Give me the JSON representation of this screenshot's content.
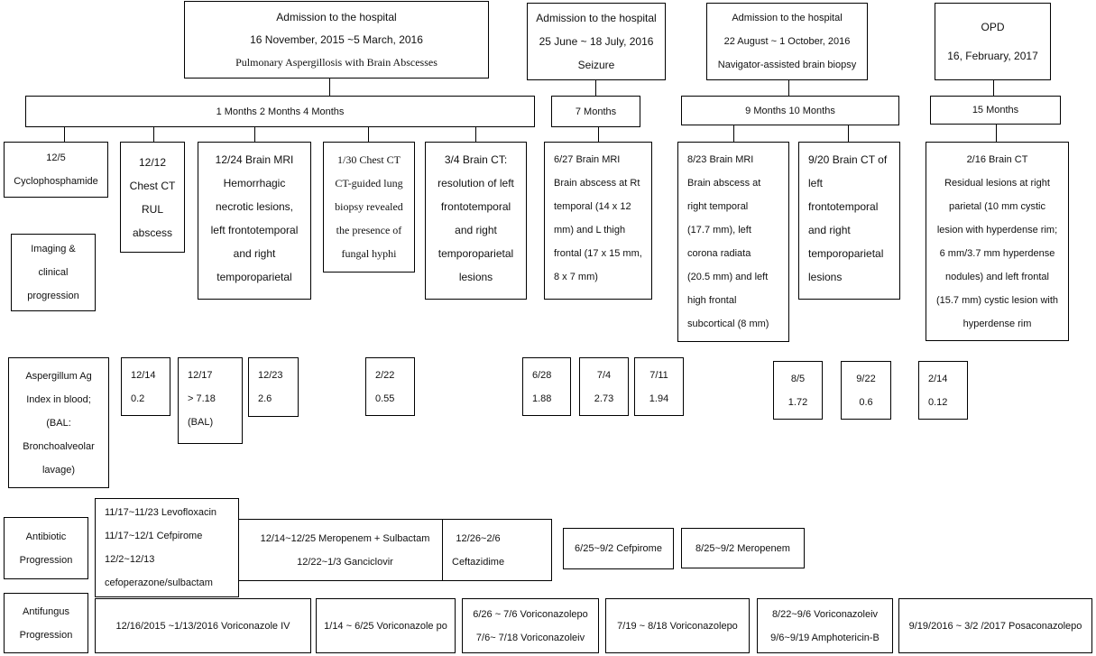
{
  "admissions": [
    {
      "lines": [
        "Admission to the hospital",
        "16 November, 2015 ~5 March, 2016",
        "Pulmonary Aspergillosis with Brain Abscesses"
      ]
    },
    {
      "lines": [
        "Admission to the hospital",
        "25 June ~ 18 July, 2016",
        "Seizure"
      ]
    },
    {
      "lines": [
        "Admission to the hospital",
        "22 August ~ 1 October, 2016",
        "Navigator-assisted brain biopsy"
      ]
    },
    {
      "lines": [
        "OPD",
        "16, February, 2017"
      ]
    }
  ],
  "months": [
    "1 Months 2 Months 4 Months",
    "7 Months",
    "9 Months 10 Months",
    "15 Months"
  ],
  "imaging_label": [
    "Imaging &",
    "clinical",
    "progression"
  ],
  "imaging": [
    [
      "12/5",
      "Cyclophosphamide"
    ],
    [
      "12/12",
      "Chest CT",
      "RUL",
      "abscess"
    ],
    [
      "12/24 Brain MRI",
      "Hemorrhagic",
      "necrotic lesions,",
      "left frontotemporal",
      "and right",
      "temporoparietal"
    ],
    [
      "1/30 Chest CT",
      "CT-guided lung",
      "biopsy revealed",
      "the presence of",
      "fungal hyphi"
    ],
    [
      "3/4 Brain CT:",
      "resolution of left",
      "frontotemporal",
      "and right",
      "temporoparietal",
      "lesions"
    ],
    [
      "6/27 Brain MRI",
      "Brain abscess at Rt",
      "temporal (14 x 12",
      "mm) and L thigh",
      "frontal (17 x 15 mm,",
      "8 x 7 mm)"
    ],
    [
      "8/23 Brain MRI",
      "Brain abscess at",
      "right temporal",
      "(17.7 mm), left",
      "corona radiata",
      "(20.5 mm) and left",
      "high frontal",
      "subcortical (8 mm)"
    ],
    [
      "9/20 Brain CT of",
      "left",
      "frontotemporal",
      "and right",
      "temporoparietal",
      "lesions"
    ],
    [
      "2/16 Brain CT",
      "Residual lesions at right",
      "parietal (10 mm cystic",
      "lesion with hyperdense rim;",
      "6 mm/3.7 mm hyperdense",
      "nodules) and left frontal",
      "(15.7 mm) cystic lesion with",
      "hyperdense rim"
    ]
  ],
  "ag_label": [
    "Aspergillum Ag",
    "Index in blood;",
    "(BAL:",
    "Bronchoalveolar",
    "lavage)"
  ],
  "ag": [
    [
      "12/14",
      "0.2"
    ],
    [
      "12/17",
      "> 7.18",
      "(BAL)"
    ],
    [
      "12/23",
      "2.6"
    ],
    [
      "2/22",
      "0.55"
    ],
    [
      "6/28",
      "1.88"
    ],
    [
      "7/4",
      "2.73"
    ],
    [
      "7/11",
      "1.94"
    ],
    [
      "8/5",
      "1.72"
    ],
    [
      "9/22",
      "0.6"
    ],
    [
      "2/14",
      "0.12"
    ]
  ],
  "antibiotic_label": [
    "Antibiotic",
    "Progression"
  ],
  "antibiotic": [
    [
      "11/17~11/23 Levofloxacin",
      "11/17~12/1 Cefpirome",
      "12/2~12/13",
      "cefoperazone/sulbactam"
    ],
    [
      "12/14~12/25 Meropenem + Sulbactam",
      "12/22~1/3 Ganciclovir"
    ],
    [
      "12/26~2/6",
      "Ceftazidime"
    ],
    [
      "6/25~9/2 Cefpirome"
    ],
    [
      "8/25~9/2 Meropenem"
    ]
  ],
  "antifungus_label": [
    "Antifungus",
    "Progression"
  ],
  "antifungus": [
    [
      "12/16/2015 ~1/13/2016 Voriconazole IV"
    ],
    [
      "1/14 ~ 6/25 Voriconazole po"
    ],
    [
      "6/26 ~ 7/6 Voriconazolepo",
      "7/6~ 7/18 Voriconazoleiv"
    ],
    [
      "7/19 ~ 8/18 Voriconazolepo"
    ],
    [
      "8/22~9/6 Voriconazoleiv",
      "9/6~9/19 Amphotericin-B"
    ],
    [
      "9/19/2016 ~ 3/2 /2017 Posaconazolepo"
    ]
  ]
}
